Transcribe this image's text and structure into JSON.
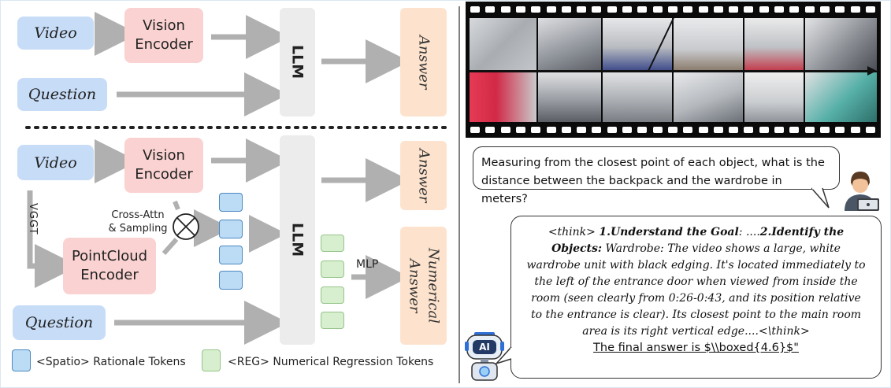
{
  "top": {
    "video": "Video",
    "vision_encoder": "Vision\nEncoder",
    "question": "Question",
    "llm": "LLM",
    "answer": "Answer"
  },
  "bottom": {
    "video": "Video",
    "vision_encoder": "Vision\nEncoder",
    "vggt": "VGGT",
    "cross_attn": "Cross-Attn\n& Sampling",
    "pointcloud_encoder": "PointCloud\nEncoder",
    "question": "Question",
    "llm": "LLM",
    "answer": "Answer",
    "mlp": "MLP",
    "numerical_answer": "Numerical\nAnswer"
  },
  "legend": {
    "spatio": "<Spatio> Rationale Tokens",
    "reg": "<REG> Numerical Regression Tokens"
  },
  "colors": {
    "blue_box": "#c7dcf7",
    "pink_box": "#f9d2d1",
    "llm_box": "#ececec",
    "answer_box": "#fde3cd",
    "spatio_token": "#bcdcf6",
    "reg_token": "#d8efcf",
    "arrow": "#b0b0b0"
  },
  "right": {
    "question_text": "Measuring from the closest point of each object, what is the distance between the backpack and the wardrobe in meters?",
    "answer": {
      "think_open": "<think> ",
      "step1": "1.Understand the Goal",
      "mid1": ": ....",
      "step2": "2.Identify the Objects:",
      "body": " Wardrobe: The video shows a large, white wardrobe unit with black edging. It's located immediately to the left of the entrance door when viewed from inside the room (seen clearly from 0:26-0:43, and its position relative to the entrance is clear). Its closest point to the main room area is its right vertical edge....<\\think>",
      "final": "The final answer is $\\\\boxed{4.6}$\""
    },
    "robot_label": "AI"
  }
}
